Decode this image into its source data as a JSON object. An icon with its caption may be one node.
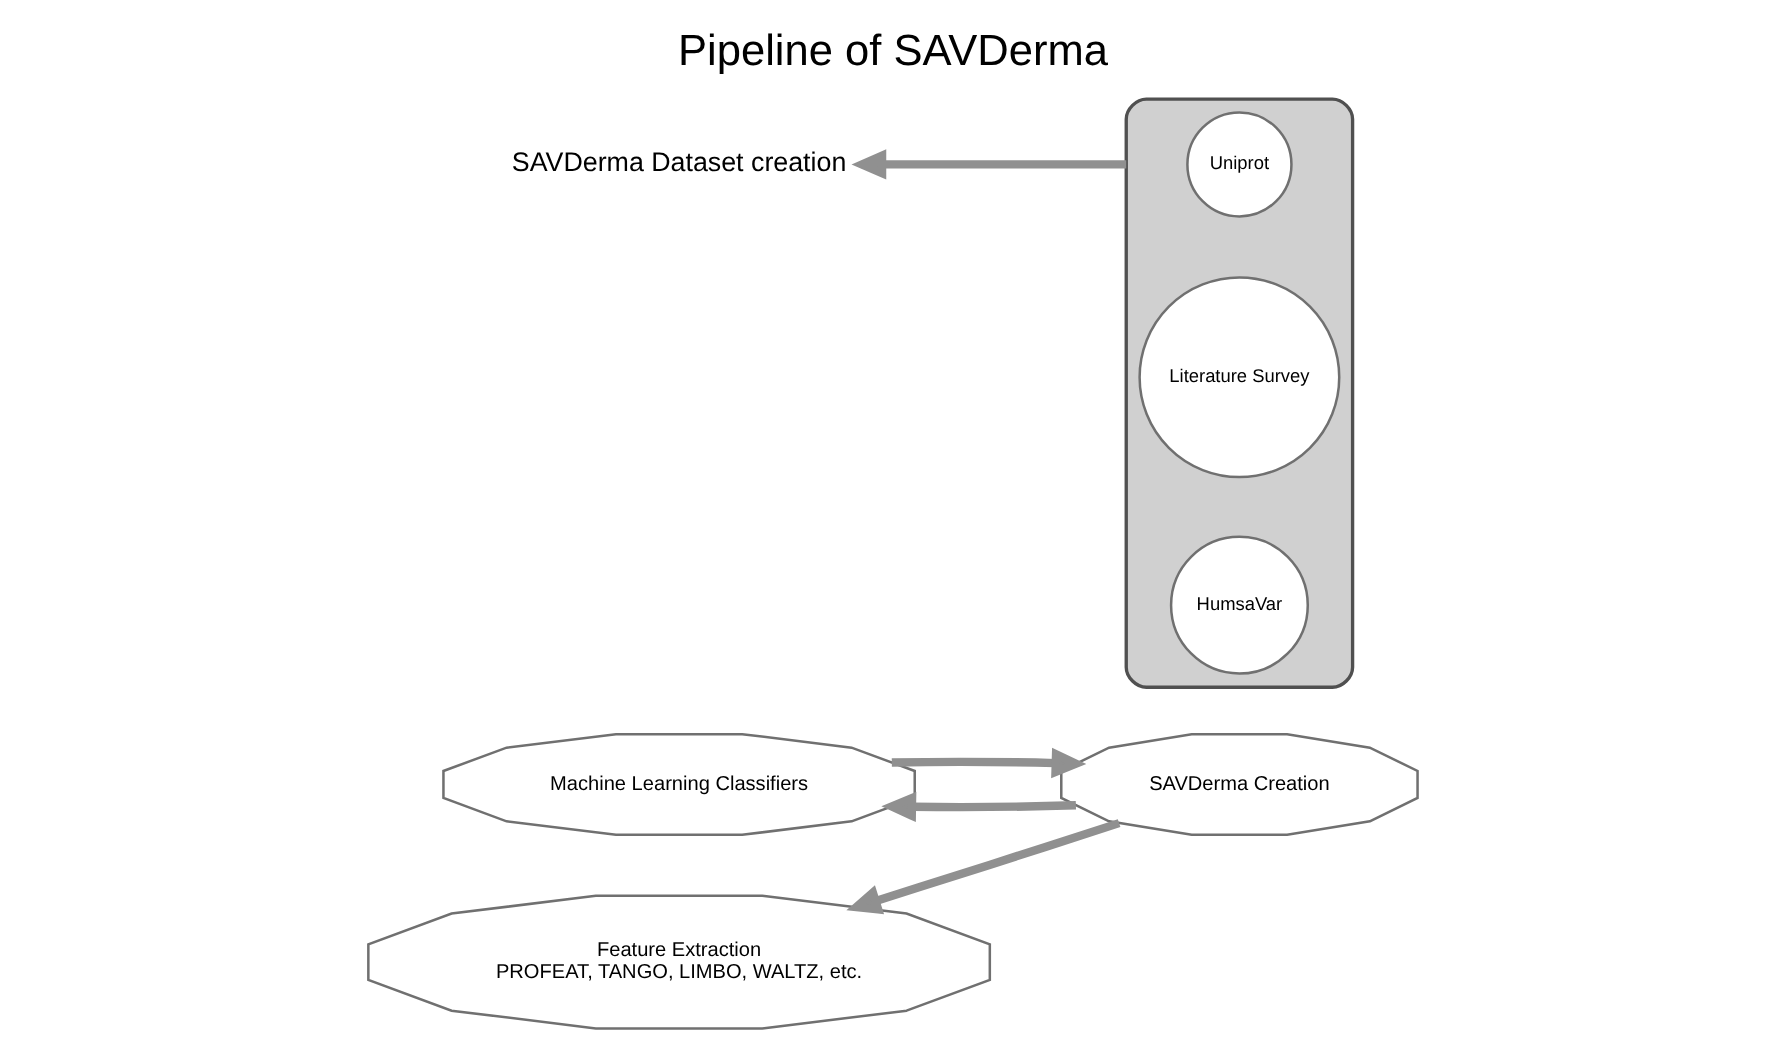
{
  "diagram": {
    "title": "Pipeline of SAVDerma",
    "nodes": [
      {
        "text": [
          "SAVDerma Creation"
        ]
      },
      {
        "text": [
          "Machine Learning Classifiers"
        ]
      },
      {
        "text": [
          "Feature Extraction",
          "PROFEAT, TANGO, LIMBO, WALTZ, etc."
        ]
      },
      {
        "text": [
          "SAVDerma Dataset creation"
        ]
      },
      {
        "text": [],
        "shape": "funnel"
      },
      {
        "text": [
          "Uniprot"
        ],
        "in": 4
      },
      {
        "text": [
          "Literature Survey"
        ],
        "in": 4
      },
      {
        "text": [
          "HumsaVar"
        ],
        "in": 4
      }
    ],
    "edges": [
      {
        "from": 4,
        "to": 3,
        "arrow": "to"
      },
      {
        "from": 0,
        "to": 2,
        "arrow": "to"
      },
      {
        "from": 0,
        "to": 1,
        "arrow": "to"
      },
      {
        "from": 1,
        "to": 0,
        "arrow": "to"
      }
    ]
  }
}
